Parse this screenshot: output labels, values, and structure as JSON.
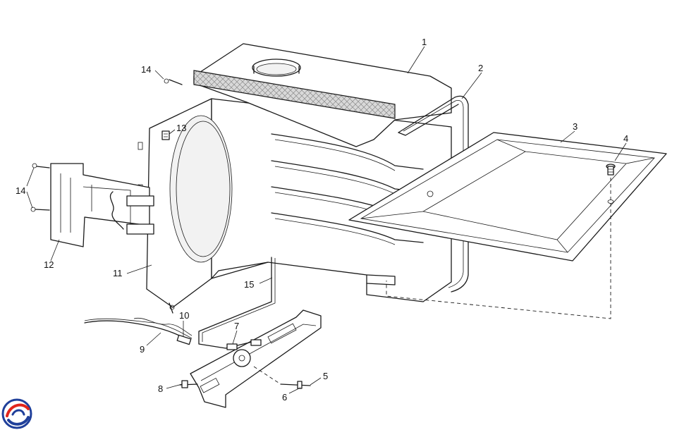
{
  "callouts": [
    "1",
    "2",
    "3",
    "4",
    "5",
    "6",
    "7",
    "8",
    "9",
    "10",
    "11",
    "12",
    "13",
    "14",
    "14",
    "15"
  ],
  "logo": {
    "name": "brand-logo",
    "colors": {
      "blue": "#1f3f9a",
      "red": "#e1251b"
    }
  }
}
